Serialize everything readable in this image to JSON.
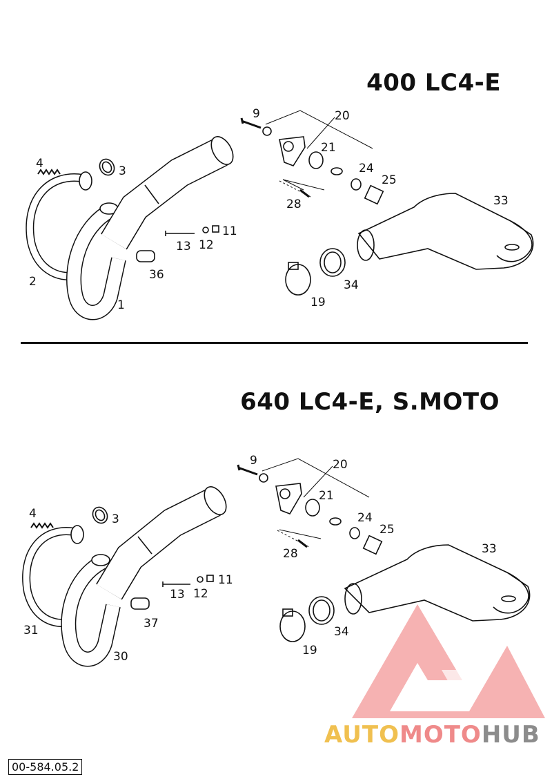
{
  "title_top": "400 LC4-E",
  "title_bottom": "640 LC4-E, S.MOTO",
  "footer_ref": "00-584.05.2",
  "watermark": {
    "part1": "AUTO",
    "part2": "MOTO",
    "part3": "HUB"
  },
  "top_labels": {
    "l1": "1",
    "l2": "2",
    "l3": "3",
    "l4": "4",
    "l9": "9",
    "l11": "11",
    "l12": "12",
    "l13": "13",
    "l19": "19",
    "l20": "20",
    "l21": "21",
    "l24": "24",
    "l25": "25",
    "l28": "28",
    "l33": "33",
    "l34": "34",
    "l36": "36"
  },
  "bottom_labels": {
    "l30": "30",
    "l31": "31",
    "l3": "3",
    "l4": "4",
    "l9": "9",
    "l11": "11",
    "l12": "12",
    "l13": "13",
    "l19": "19",
    "l20": "20",
    "l21": "21",
    "l24": "24",
    "l25": "25",
    "l28": "28",
    "l33": "33",
    "l34": "34",
    "l37": "37"
  }
}
